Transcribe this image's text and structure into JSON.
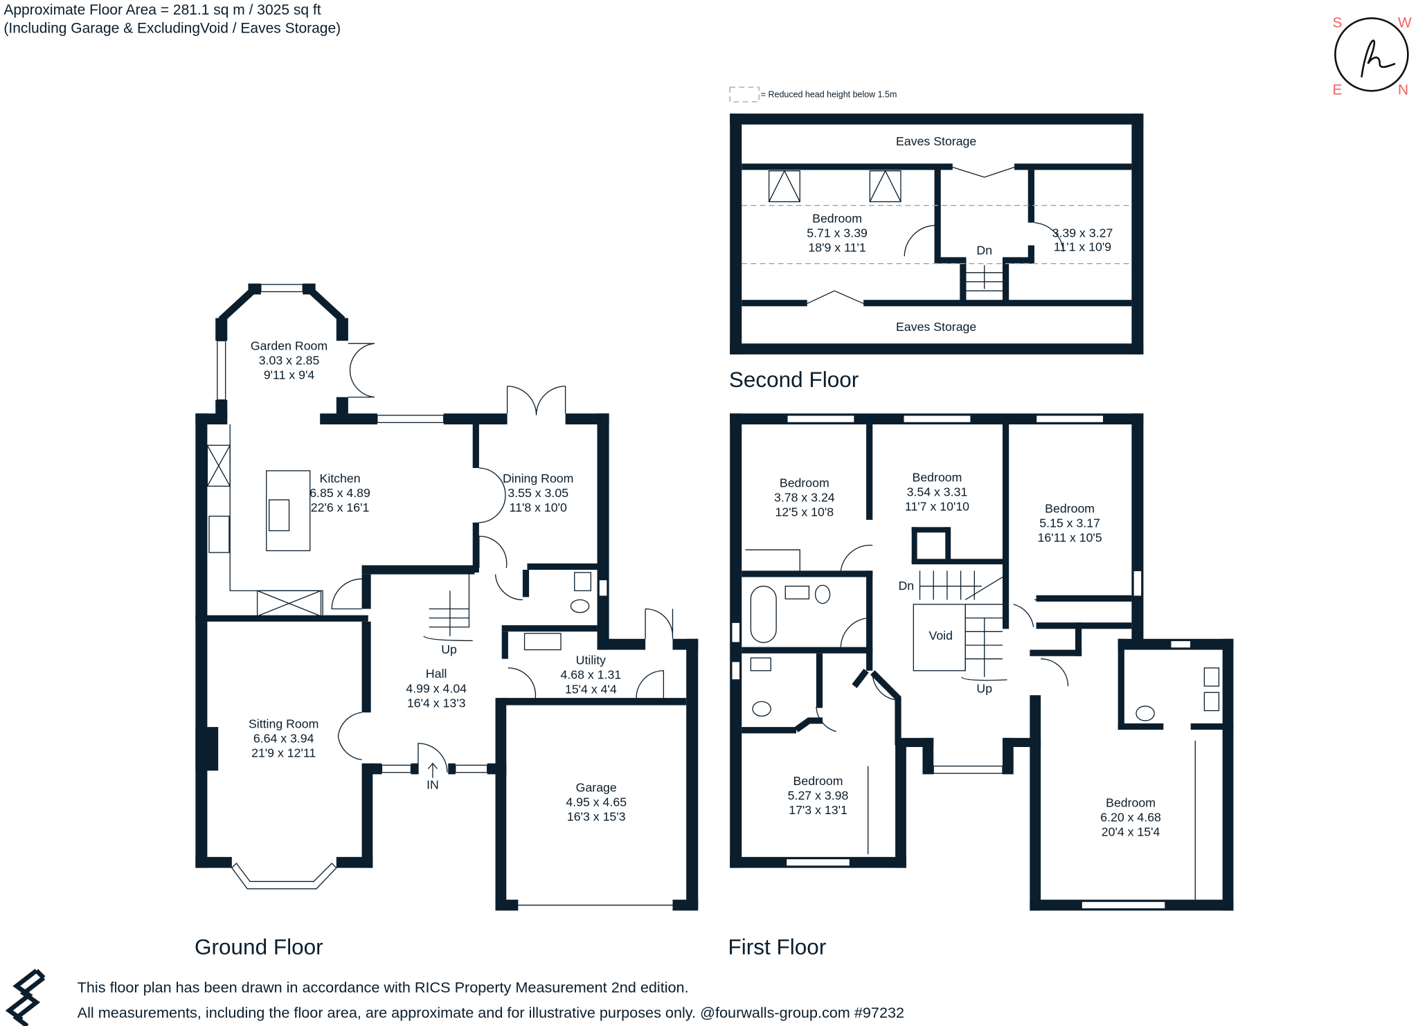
{
  "header": {
    "area_line": "Approximate Floor Area = 281.1 sq m / 3025 sq ft",
    "note_line": "(Including Garage & ExcludingVoid / Eaves Storage)"
  },
  "compass": {
    "s": "S",
    "w": "W",
    "e": "E",
    "n": "N",
    "accent": "#f0625e"
  },
  "legend": {
    "reduced_head_height": "= Reduced head height below 1.5m"
  },
  "ground_floor": {
    "title": "Ground Floor",
    "rooms": [
      {
        "name": "Garden Room",
        "metric": "3.03 x 2.85",
        "imperial": "9'11 x 9'4"
      },
      {
        "name": "Kitchen",
        "metric": "6.85 x 4.89",
        "imperial": "22'6 x 16'1"
      },
      {
        "name": "Dining Room",
        "metric": "3.55 x 3.05",
        "imperial": "11'8 x 10'0"
      },
      {
        "name": "Hall",
        "metric": "4.99 x 4.04",
        "imperial": "16'4 x 13'3"
      },
      {
        "name": "Utility",
        "metric": "4.68 x 1.31",
        "imperial": "15'4 x 4'4"
      },
      {
        "name": "Sitting Room",
        "metric": "6.64 x 3.94",
        "imperial": "21'9 x 12'11"
      },
      {
        "name": "Garage",
        "metric": "4.95 x 4.65",
        "imperial": "16'3 x 15'3"
      }
    ],
    "stairs_label": "Up",
    "entrance_label": "IN"
  },
  "first_floor": {
    "title": "First Floor",
    "rooms": [
      {
        "name": "Bedroom",
        "metric": "3.78 x 3.24",
        "imperial": "12'5 x 10'8"
      },
      {
        "name": "Bedroom",
        "metric": "3.54 x 3.31",
        "imperial": "11'7 x 10'10"
      },
      {
        "name": "Bedroom",
        "metric": "5.15 x 3.17",
        "imperial": "16'11 x 10'5"
      },
      {
        "name": "Bedroom",
        "metric": "5.27 x 3.98",
        "imperial": "17'3 x 13'1"
      },
      {
        "name": "Bedroom",
        "metric": "6.20 x 4.68",
        "imperial": "20'4 x 15'4"
      }
    ],
    "void_label": "Void",
    "stairs_down": "Dn",
    "stairs_up": "Up"
  },
  "second_floor": {
    "title": "Second Floor",
    "eaves_top": "Eaves Storage",
    "eaves_bottom": "Eaves Storage",
    "rooms": [
      {
        "name": "Bedroom",
        "metric": "5.71 x 3.39",
        "imperial": "18'9 x 11'1"
      },
      {
        "name": "",
        "metric": "3.39 x 3.27",
        "imperial": "11'1 x 10'9"
      }
    ],
    "stairs_down": "Dn"
  },
  "footer": {
    "line1": "This floor plan has been drawn in accordance with RICS Property Measurement 2nd edition.",
    "line2": "All measurements, including the floor area, are approximate and for illustrative purposes only. @fourwalls-group.com #97232"
  }
}
